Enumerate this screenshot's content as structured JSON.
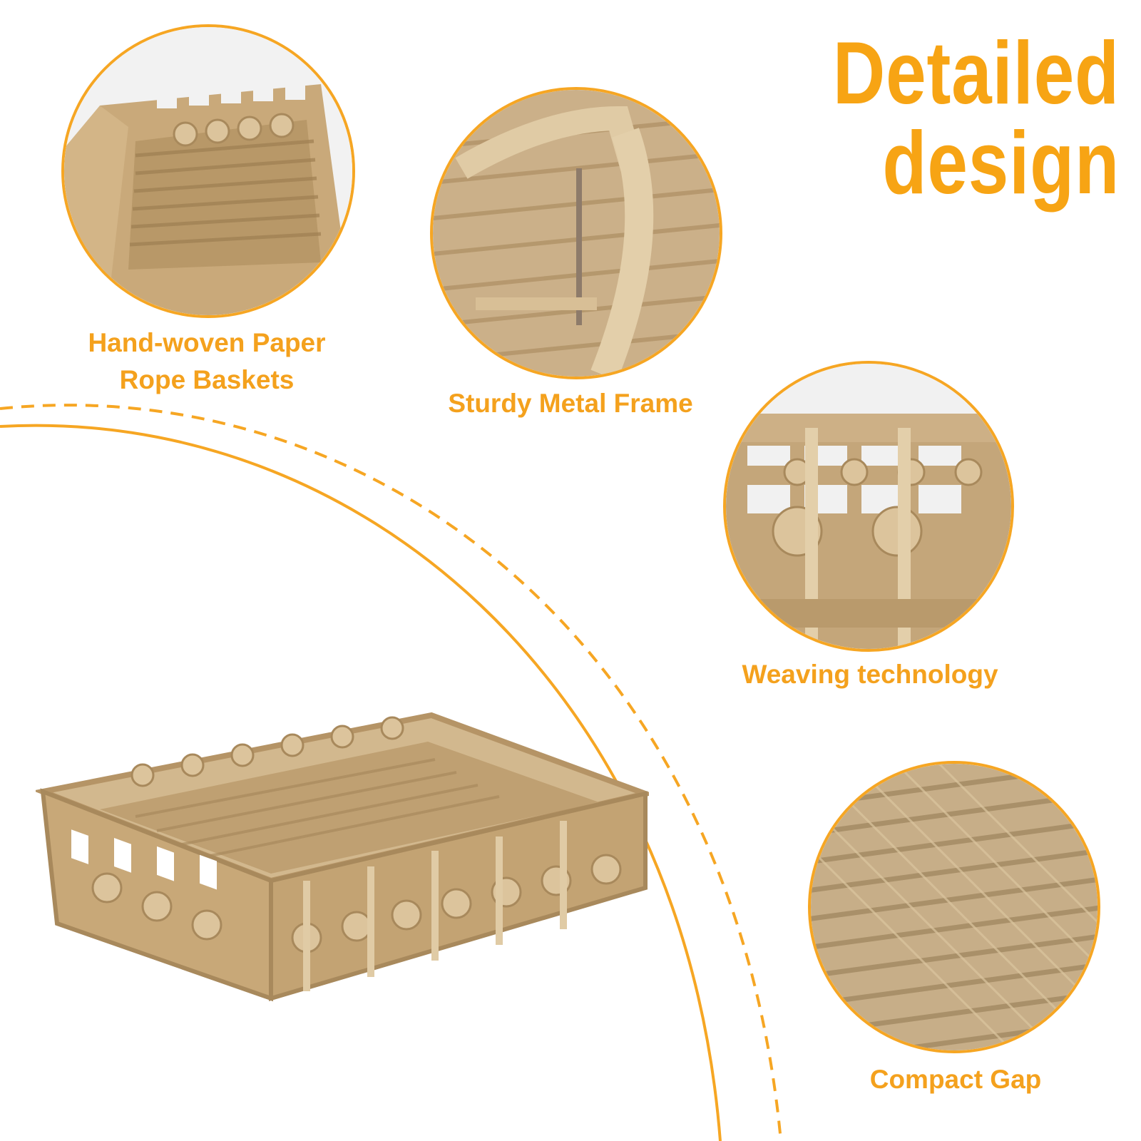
{
  "headline": {
    "line1": "Detailed",
    "line2": "design"
  },
  "features": [
    {
      "caption_line1": "Hand-woven Paper",
      "caption_line2": "Rope Baskets"
    },
    {
      "caption_line1": "Sturdy Metal Frame"
    },
    {
      "caption_line1": "Weaving technology"
    },
    {
      "caption_line1": "Compact Gap"
    }
  ],
  "colors": {
    "accent": "#F6A623",
    "caption": "#F4A11D",
    "wicker": "#C8A878",
    "wicker_dark": "#A8895C",
    "wicker_light": "#DCC49C",
    "background": "#FFFFFF"
  },
  "icons": {
    "arc_solid": "solid-arc-line",
    "arc_dashed": "dashed-arc-line"
  }
}
